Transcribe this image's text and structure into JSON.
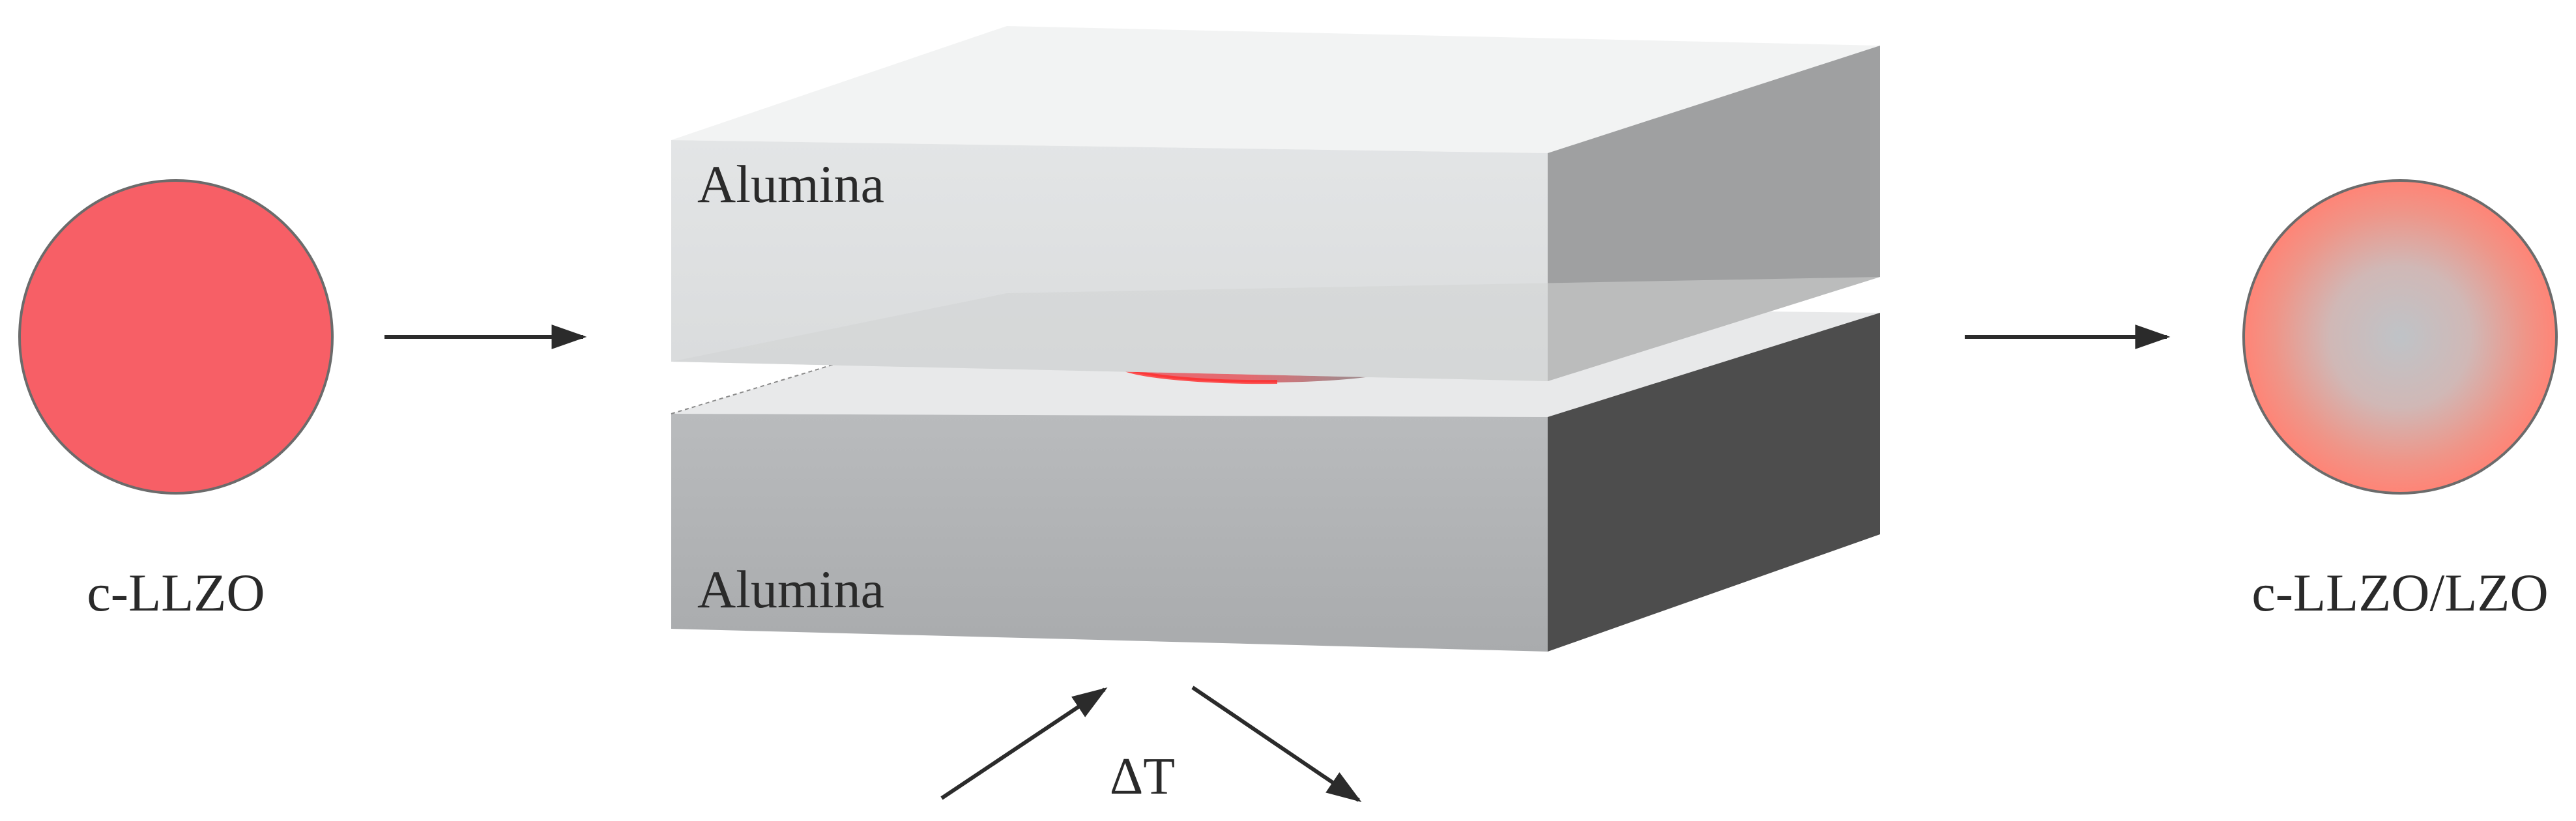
{
  "diagram": {
    "left_sample": {
      "label": "c-LLZO",
      "color": "#f75f66"
    },
    "right_sample": {
      "label": "c-LLZO/LZO",
      "edge_color": "#ff8476",
      "center_color": "#bfc3c7"
    },
    "top_plate": {
      "label": "Alumina"
    },
    "bottom_plate": {
      "label": "Alumina"
    },
    "heat": {
      "label": "ΔT"
    },
    "pellet": {
      "color": "#ef6c72"
    }
  }
}
